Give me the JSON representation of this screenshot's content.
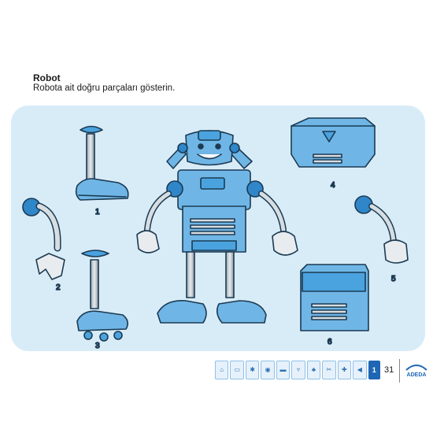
{
  "header": {
    "title": "Robot",
    "instruction": "Robota ait doğru parçaları gösterin."
  },
  "parts": [
    {
      "number": "1",
      "name": "leg-with-shoe"
    },
    {
      "number": "2",
      "name": "arm-with-clamp"
    },
    {
      "number": "3",
      "name": "leg-with-wheels"
    },
    {
      "number": "4",
      "name": "head-box-triangle"
    },
    {
      "number": "5",
      "name": "arm-with-hand"
    },
    {
      "number": "6",
      "name": "body-box-vents"
    }
  ],
  "toolbar": {
    "icons": [
      "home-icon",
      "book-icon",
      "star-icon",
      "eye-icon",
      "ruler-icon",
      "cup-icon",
      "leaf-icon",
      "scissors-icon",
      "plus-icon",
      "speaker-icon"
    ],
    "badge": "1"
  },
  "footer": {
    "page_number": "31",
    "logo_text": "ADEDA"
  },
  "colors": {
    "panel": "#d8ecf8",
    "robot_blue": "#6fb6e6",
    "robot_dark": "#2f86c9",
    "outline": "#1c3a52"
  }
}
